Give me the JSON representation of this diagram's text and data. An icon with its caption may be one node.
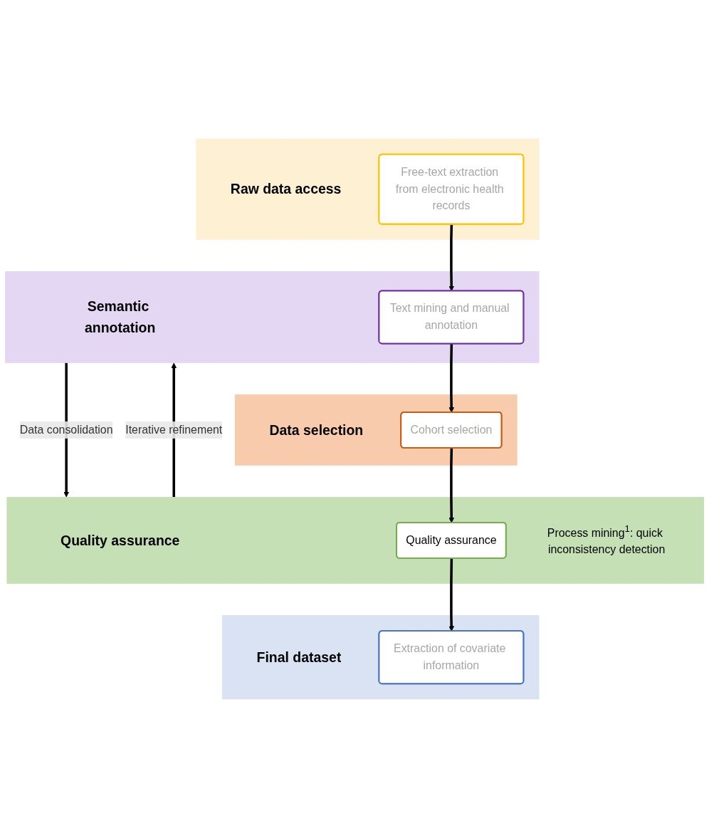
{
  "diagram": {
    "nodes": [
      {
        "text": [
          "Raw data access"
        ]
      },
      {
        "text": [
          "Free-text extraction from electronic health records"
        ],
        "in": 0
      },
      {
        "text": [
          "Semantic annotation"
        ]
      },
      {
        "text": [
          "Text mining and manual annotation"
        ],
        "in": 2
      },
      {
        "text": [
          "Data selection"
        ]
      },
      {
        "text": [
          "Cohort selection"
        ],
        "in": 4
      },
      {
        "text": [
          "Quality assurance"
        ]
      },
      {
        "text": [
          "Quality assurance"
        ],
        "in": 6,
        "beside": [
          "Process mining$^{1}$: quick inconsistency detection"
        ]
      },
      {
        "text": [
          "Final dataset"
        ]
      },
      {
        "text": [
          "Extraction of covariate information"
        ],
        "in": 8
      }
    ],
    "edges": [
      {
        "from": 1,
        "to": 3,
        "arrow": "to"
      },
      {
        "from": 3,
        "to": 5,
        "arrow": "to"
      },
      {
        "from": 5,
        "to": 7,
        "arrow": "to"
      },
      {
        "from": 7,
        "to": 9,
        "arrow": "to"
      },
      {
        "from": 6,
        "to": 2,
        "arrow": "to",
        "label": "Iterative refinement"
      },
      {
        "from": 2,
        "to": 6,
        "arrow": "to",
        "label": "Data consolidation"
      }
    ]
  }
}
